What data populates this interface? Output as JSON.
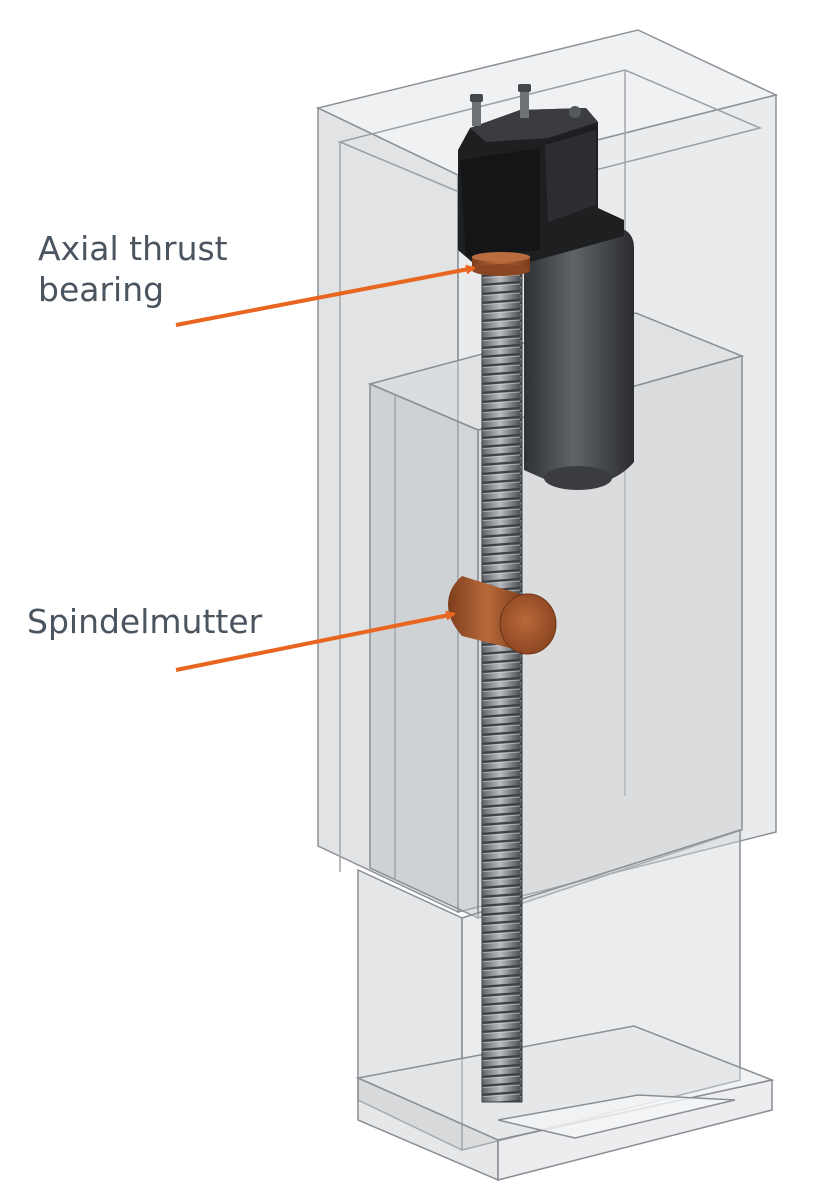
{
  "annotations": {
    "bearing_line1": "Axial thrust",
    "bearing_line2": "bearing",
    "nut": "Spindelmutter"
  },
  "colors": {
    "arrow": "#e8661f",
    "label_text": "#4b5560",
    "copper": "#a9572a",
    "housing_glass": "#cfd2d6",
    "housing_edge": "#8d9298",
    "motor_dark": "#1f2022",
    "motor_gray": "#55585c",
    "spindle": "#8c9096"
  },
  "icons": {
    "bearing_arrow": "arrow-right-up",
    "nut_arrow": "arrow-right-up"
  }
}
